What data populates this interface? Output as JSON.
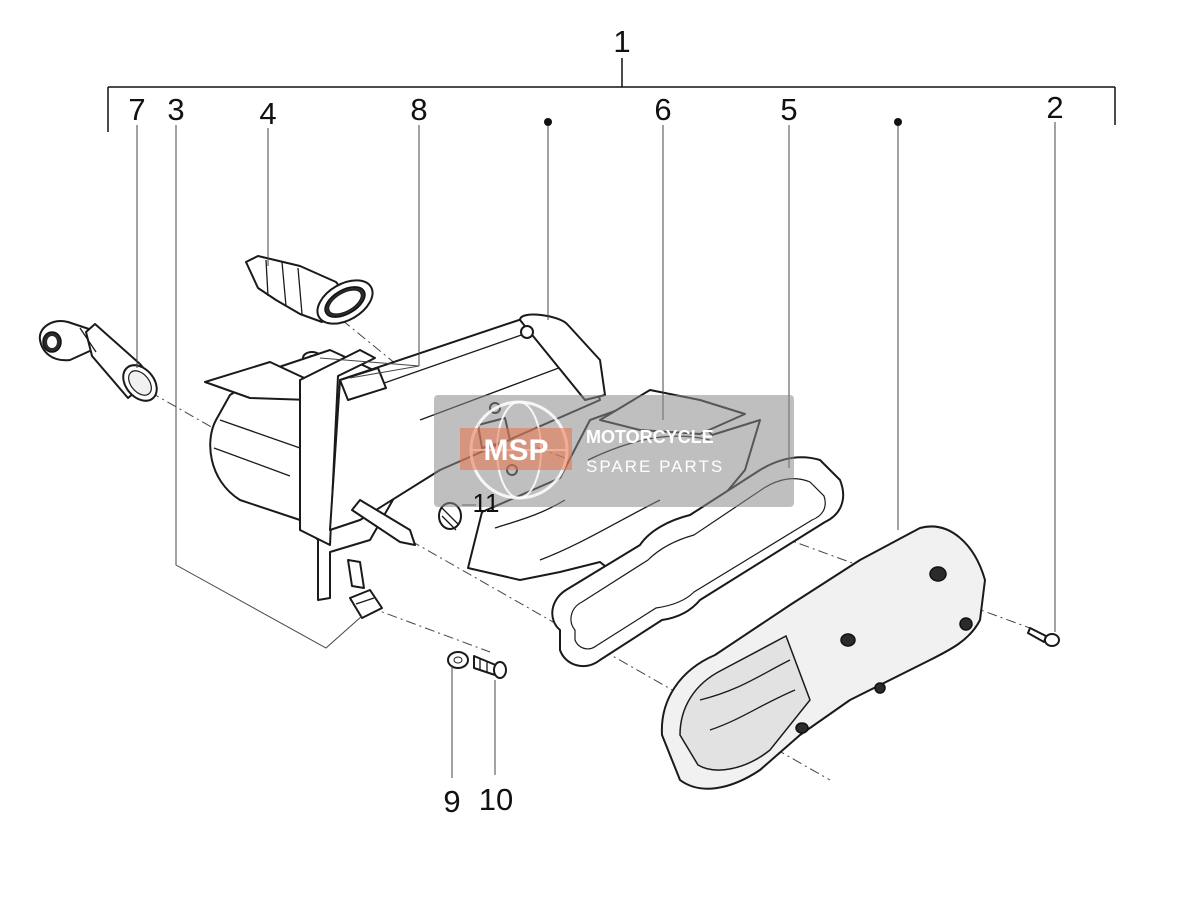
{
  "diagram": {
    "labels": {
      "l1": "1",
      "l2": "2",
      "l3": "3",
      "l4": "4",
      "l5": "5",
      "l6": "6",
      "l7": "7",
      "l8": "8",
      "l9": "9",
      "l10": "10",
      "l11": "11"
    },
    "watermark": {
      "logo": "MSP",
      "line1": "MOTORCYCLE",
      "line2": "SPARE PARTS"
    },
    "colors": {
      "line": "#1a1a1a",
      "watermark": "#8a8a8a",
      "logo_accent": "#e8734a"
    }
  }
}
